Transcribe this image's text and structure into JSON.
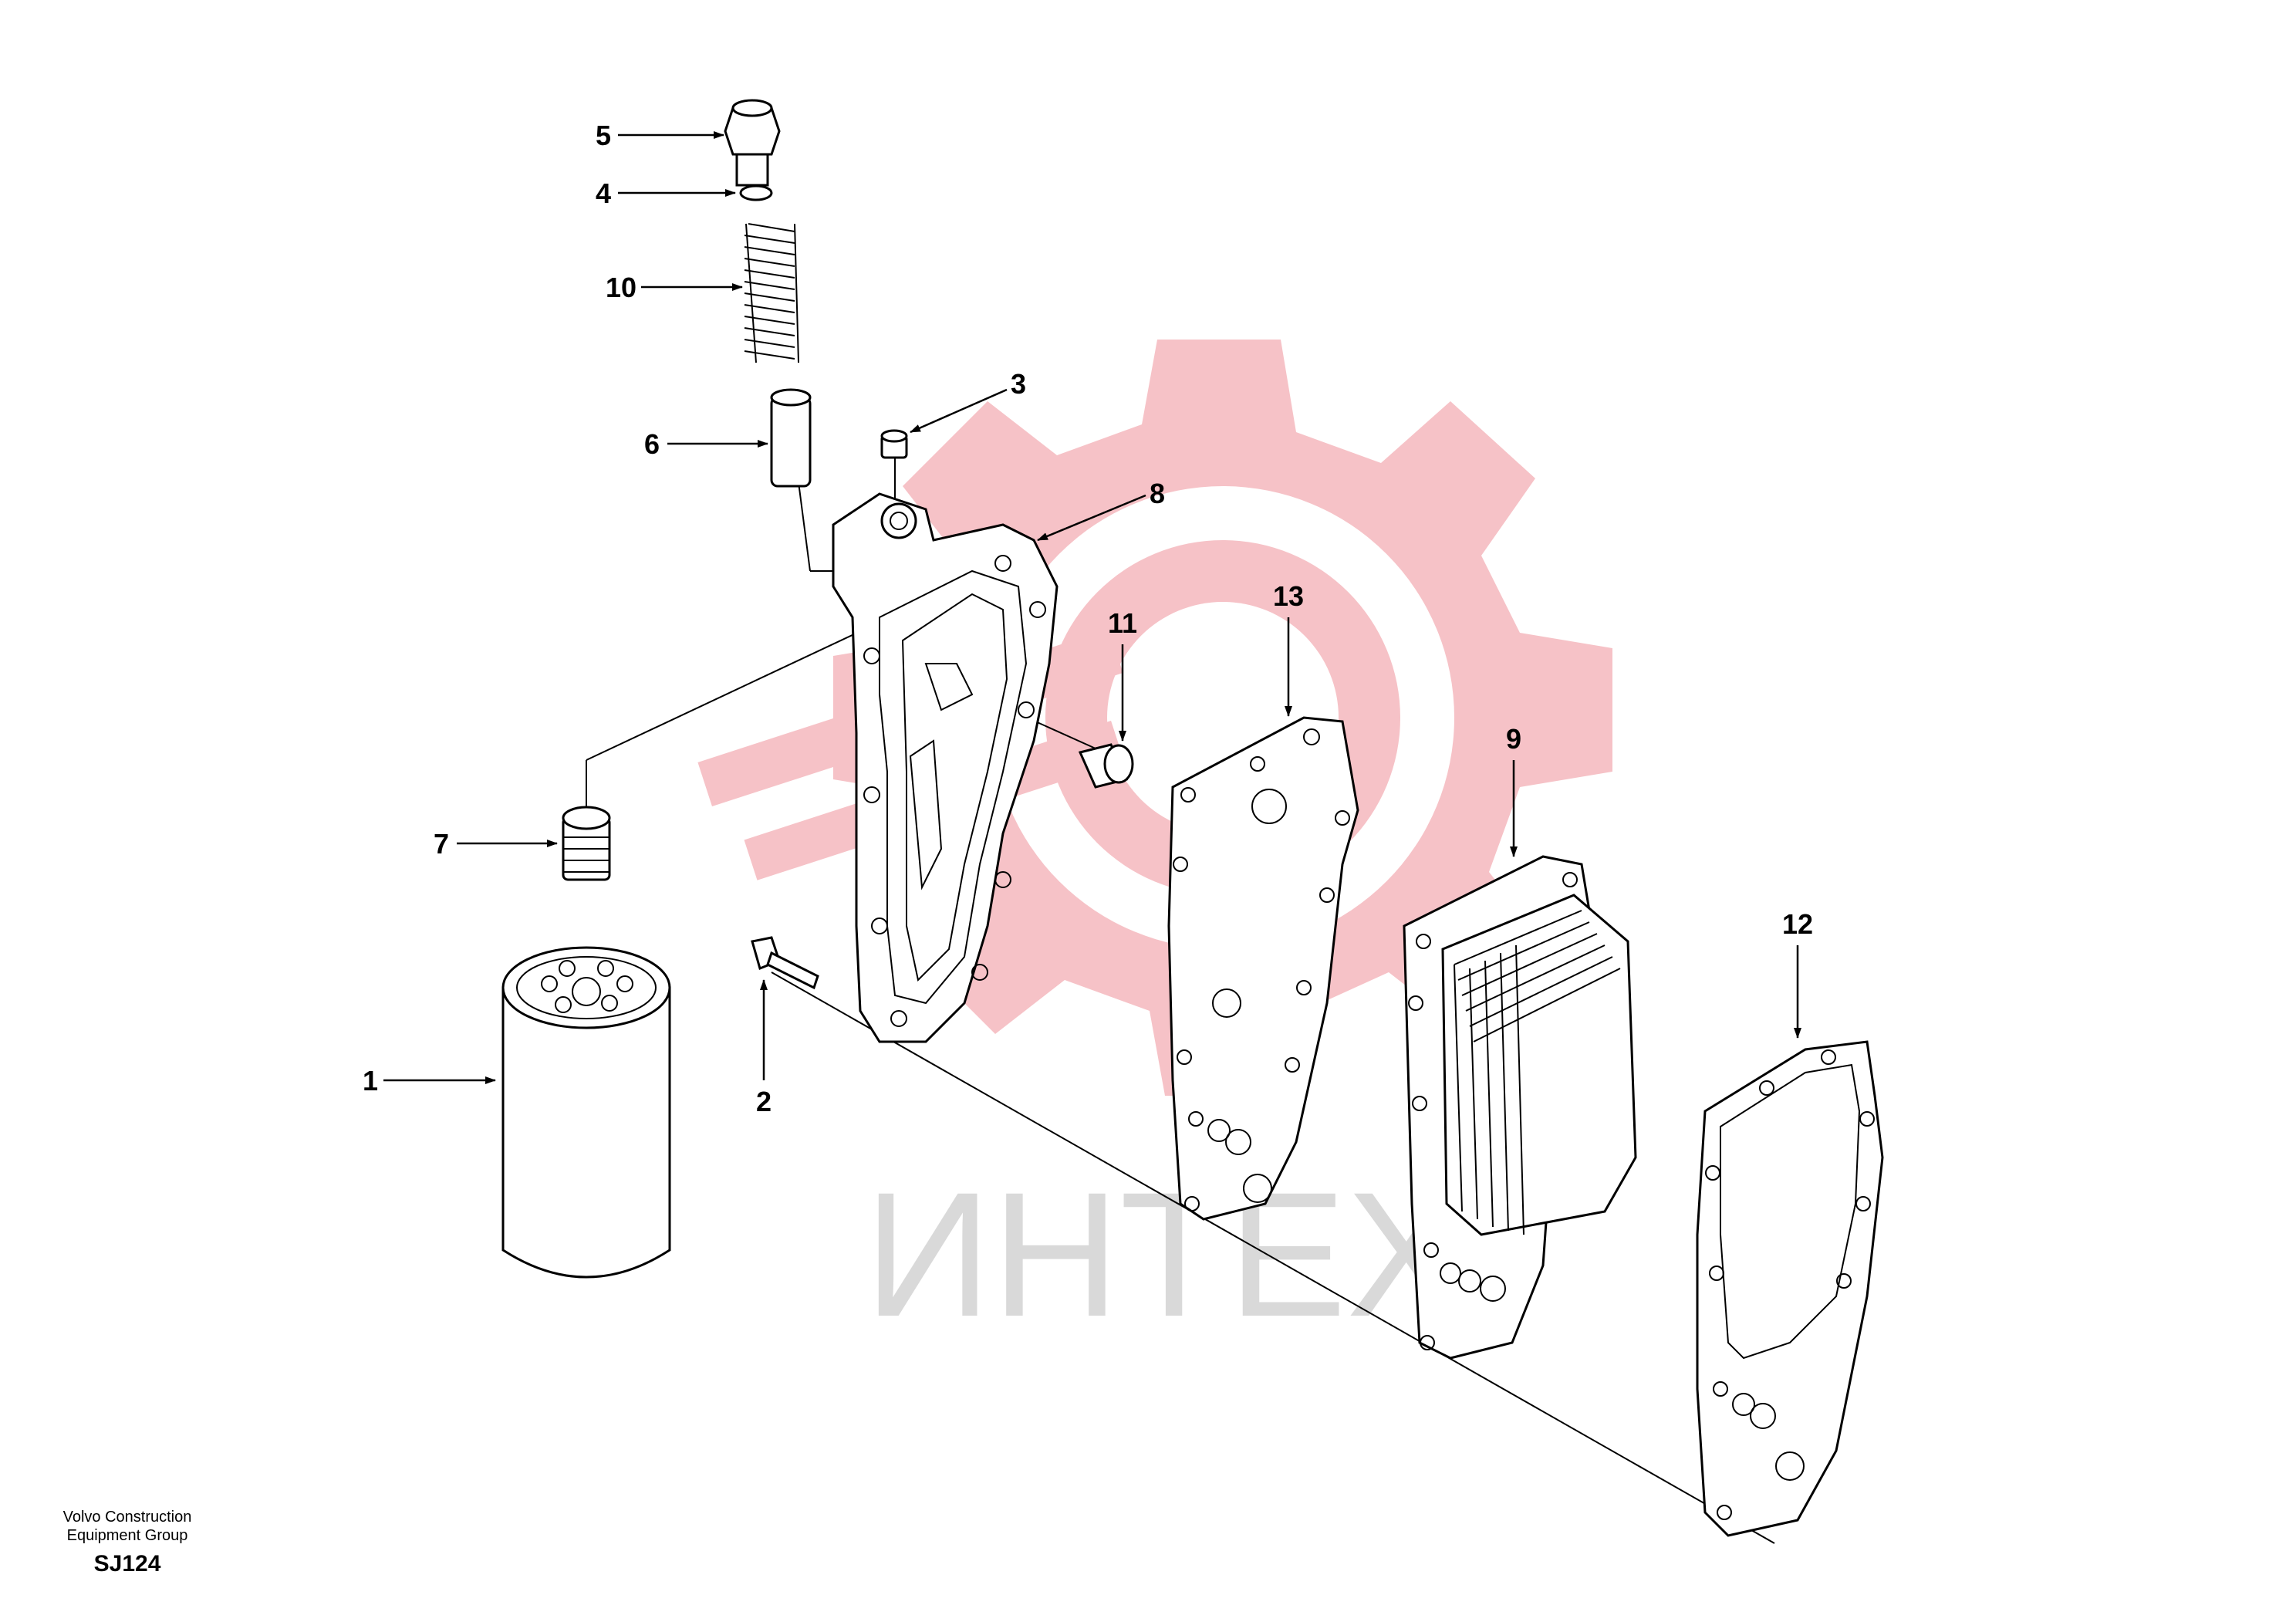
{
  "diagram": {
    "callouts": [
      {
        "id": "1",
        "text": "1"
      },
      {
        "id": "2",
        "text": "2"
      },
      {
        "id": "3",
        "text": "3"
      },
      {
        "id": "4",
        "text": "4"
      },
      {
        "id": "5",
        "text": "5"
      },
      {
        "id": "6",
        "text": "6"
      },
      {
        "id": "7",
        "text": "7"
      },
      {
        "id": "8",
        "text": "8"
      },
      {
        "id": "9",
        "text": "9"
      },
      {
        "id": "10",
        "text": "10"
      },
      {
        "id": "11",
        "text": "11"
      },
      {
        "id": "12",
        "text": "12"
      },
      {
        "id": "13",
        "text": "13"
      }
    ],
    "watermark": {
      "text": "ИНТЕХ",
      "gear_color": "#f5b8bd",
      "text_color": "#d9d9d9"
    }
  },
  "footer": {
    "org_line1": "Volvo Construction",
    "org_line2": "Equipment Group",
    "code": "SJ124"
  }
}
